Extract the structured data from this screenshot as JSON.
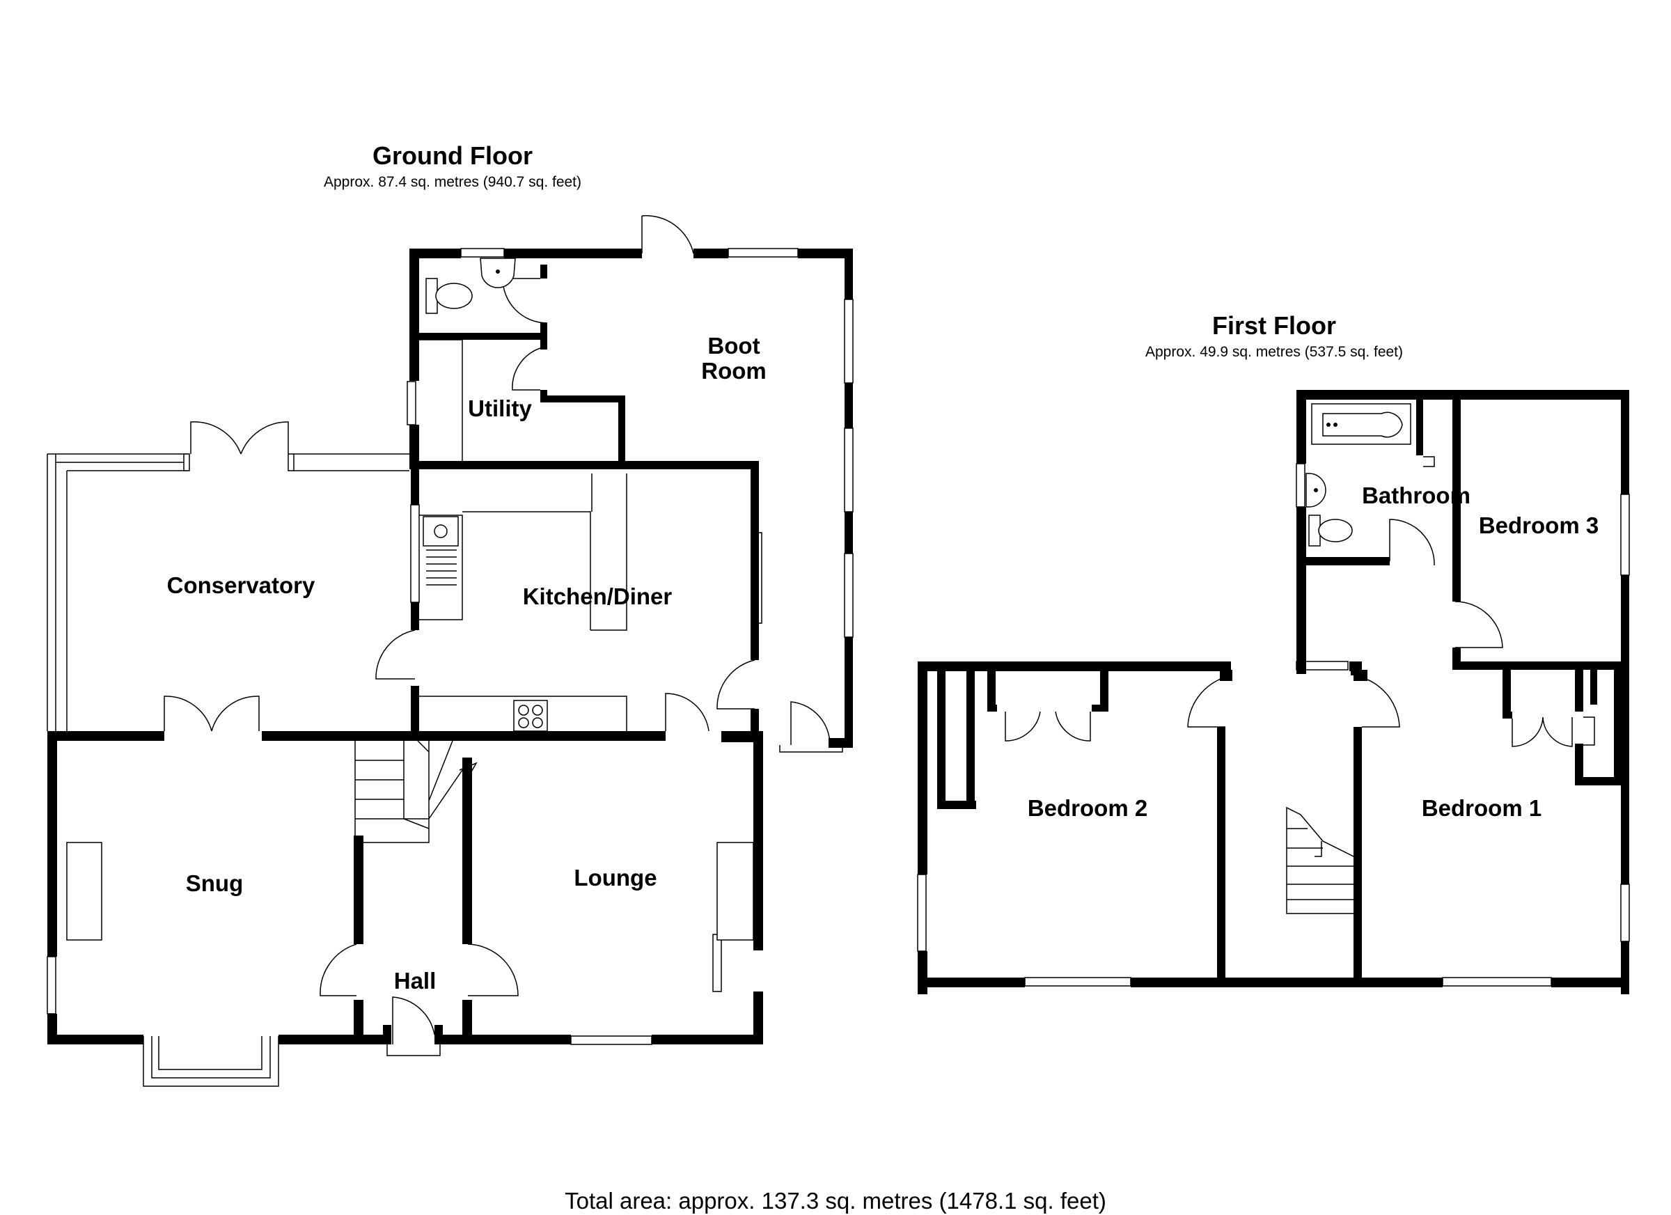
{
  "ground_floor": {
    "title": "Ground Floor",
    "area": "Approx. 87.4 sq. metres (940.7 sq. feet)",
    "rooms": {
      "boot_room_1": "Boot",
      "boot_room_2": "Room",
      "utility": "Utility",
      "conservatory": "Conservatory",
      "kitchen": "Kitchen/Diner",
      "snug": "Snug",
      "lounge": "Lounge",
      "hall": "Hall"
    }
  },
  "first_floor": {
    "title": "First Floor",
    "area": "Approx. 49.9 sq. metres (537.5 sq. feet)",
    "rooms": {
      "bathroom": "Bathroom",
      "bedroom_3": "Bedroom 3",
      "bedroom_2": "Bedroom 2",
      "bedroom_1": "Bedroom 1"
    }
  },
  "total": "Total area: approx. 137.3 sq. metres (1478.1 sq. feet)"
}
